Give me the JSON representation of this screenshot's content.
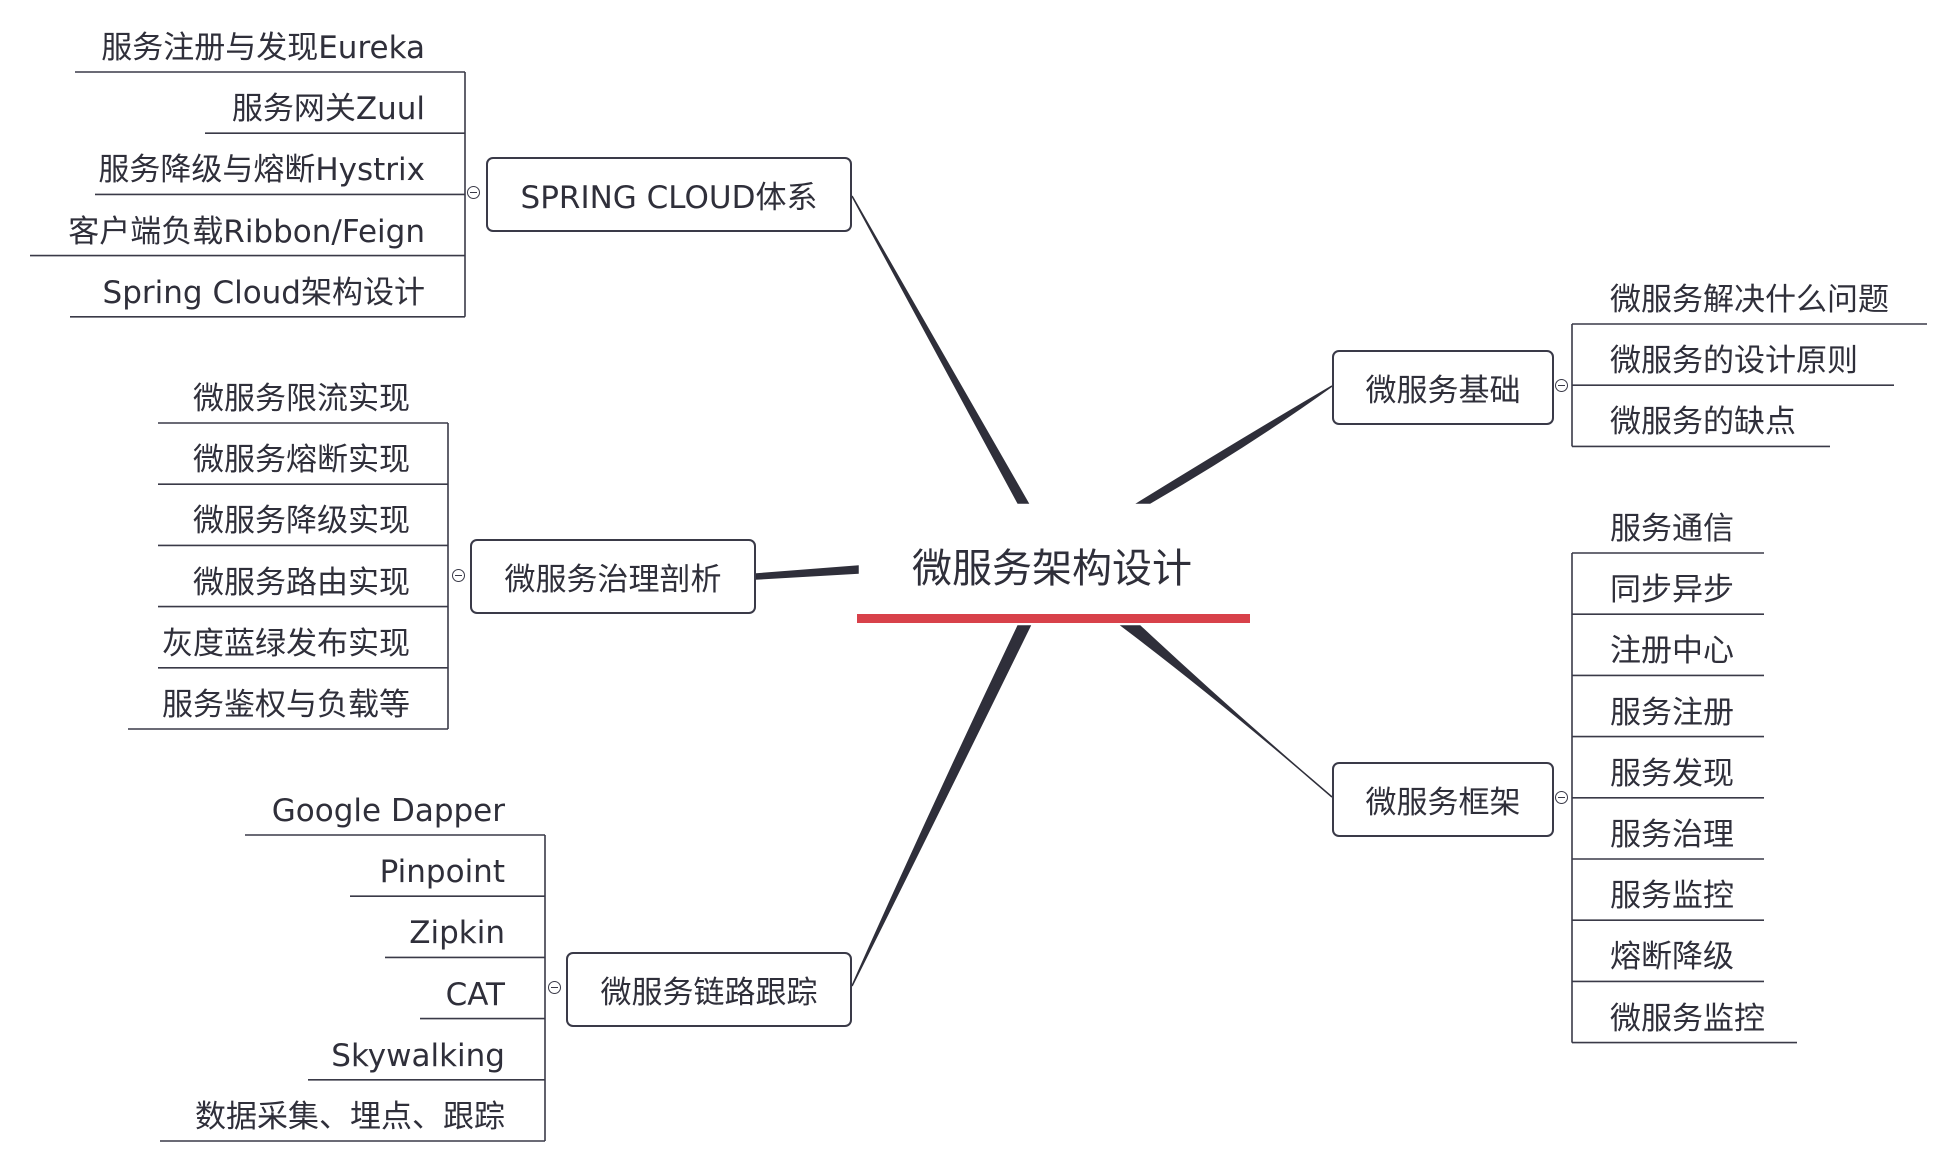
{
  "root": {
    "title": "微服务架构设计",
    "underline_color": "#d8414a"
  },
  "branches": {
    "spring_cloud": {
      "title": "SPRING CLOUD体系",
      "items": [
        "服务注册与发现Eureka",
        "服务网关Zuul",
        "服务降级与熔断Hystrix",
        "客户端负载Ribbon/Feign",
        "Spring Cloud架构设计"
      ]
    },
    "governance": {
      "title": "微服务治理剖析",
      "items": [
        "微服务限流实现",
        "微服务熔断实现",
        "微服务降级实现",
        "微服务路由实现",
        "灰度蓝绿发布实现",
        "服务鉴权与负载等"
      ]
    },
    "tracing": {
      "title": "微服务链路跟踪",
      "items": [
        "Google Dapper",
        "Pinpoint",
        "Zipkin",
        "CAT",
        "Skywalking",
        "数据采集、埋点、跟踪"
      ]
    },
    "basics": {
      "title": "微服务基础",
      "items": [
        "微服务解决什么问题",
        "微服务的设计原则",
        "微服务的缺点"
      ]
    },
    "framework": {
      "title": "微服务框架",
      "items": [
        "服务通信",
        "同步异步",
        "注册中心",
        "服务注册",
        "服务发现",
        "服务治理",
        "服务监控",
        "熔断降级",
        "微服务监控"
      ]
    }
  }
}
